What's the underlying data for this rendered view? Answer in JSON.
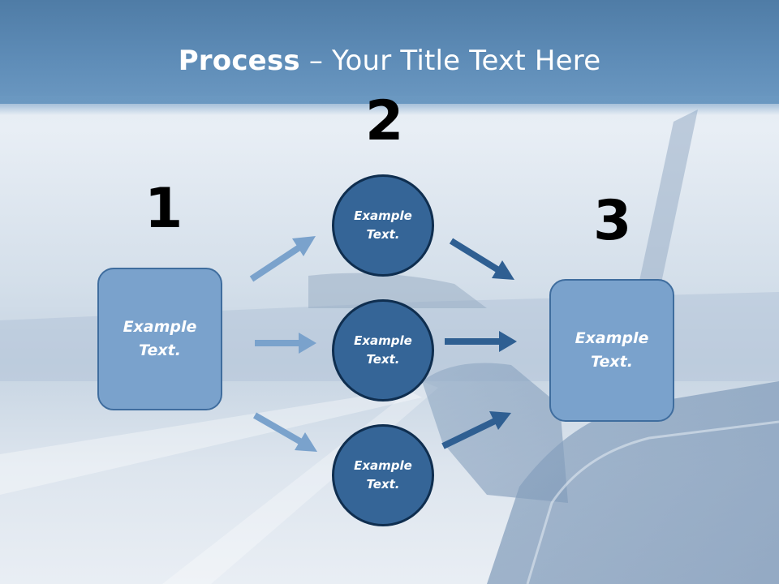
{
  "title": {
    "bold": "Process",
    "rest": " – Your Title Text Here"
  },
  "steps": [
    {
      "number": "1",
      "label": "Example\nText."
    },
    {
      "number": "2",
      "items": [
        {
          "label": "Example\nText."
        },
        {
          "label": "Example\nText."
        },
        {
          "label": "Example\nText."
        }
      ]
    },
    {
      "number": "3",
      "label": "Example\nText."
    }
  ],
  "colors": {
    "header": "#5f8db8",
    "box_fill": "#7aa2cc",
    "circle_fill": "#356597",
    "arrow_light": "#7aa2cc",
    "arrow_dark": "#2f5f92"
  }
}
